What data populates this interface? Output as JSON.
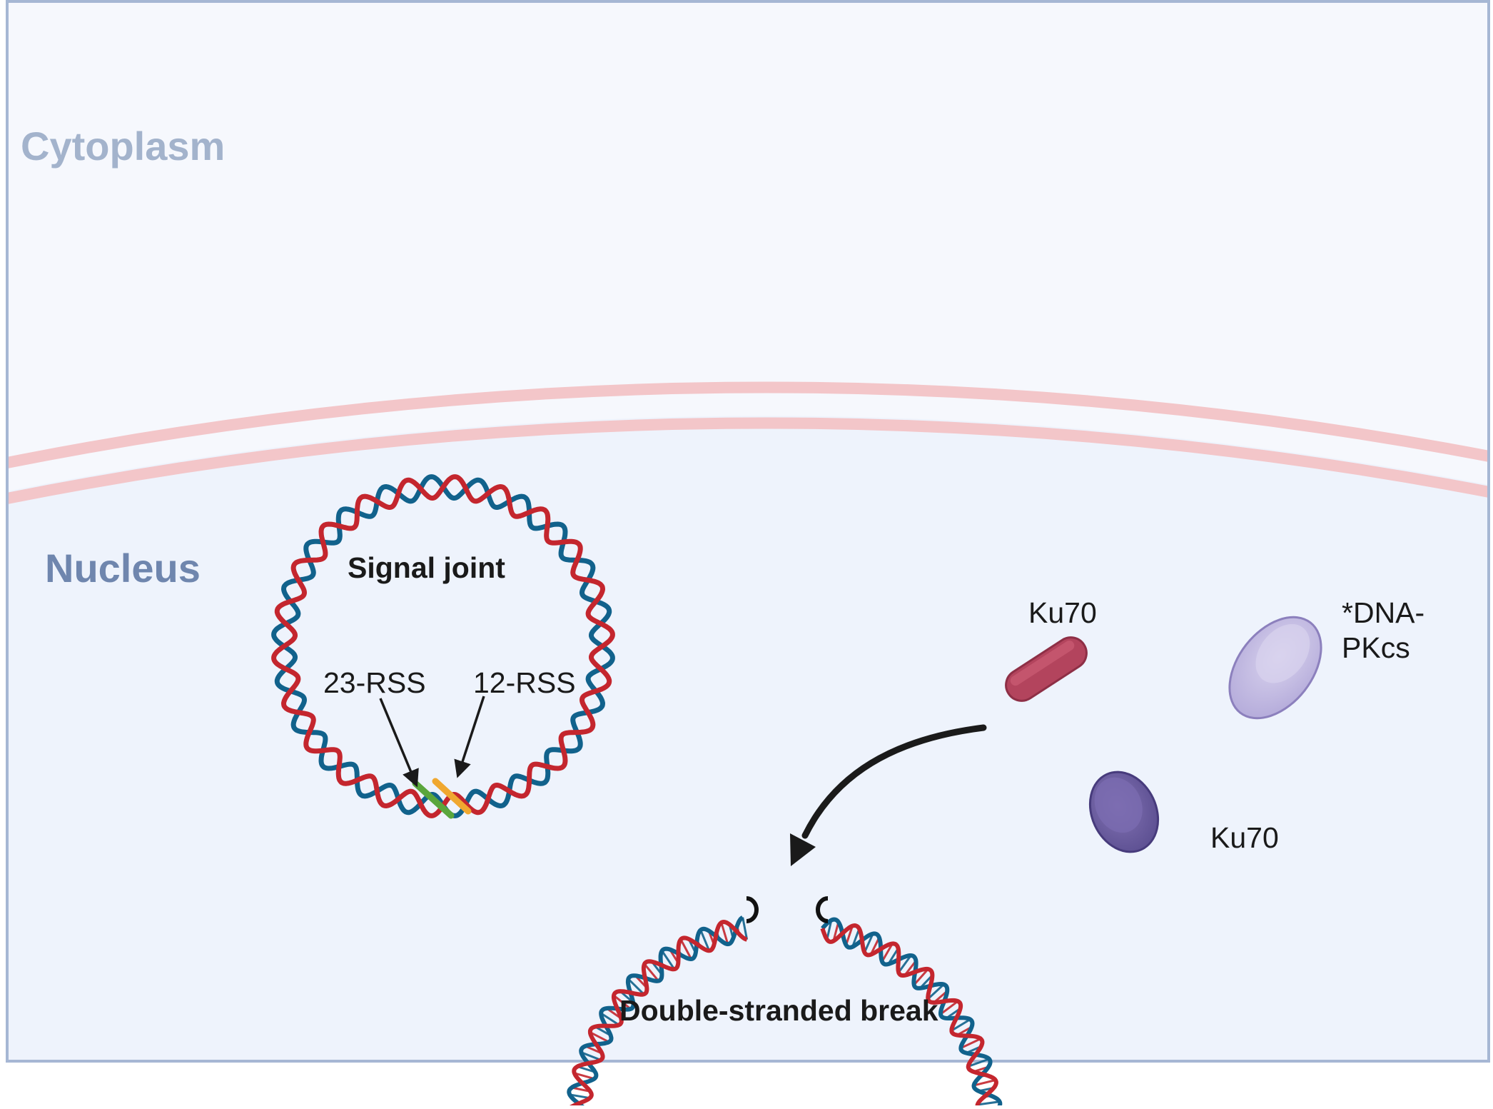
{
  "regions": {
    "cytoplasm_label": "Cytoplasm",
    "nucleus_label": "Nucleus"
  },
  "signal_joint": {
    "title": "Signal joint",
    "rss_left_label": "23-RSS",
    "rss_right_label": "12-RSS"
  },
  "proteins": {
    "ku70_top_label": "Ku70",
    "dnapkcs_label_line1": "*DNA-",
    "dnapkcs_label_line2": "PKcs",
    "ku70_bottom_label": "Ku70"
  },
  "break": {
    "label": "Double-stranded break"
  },
  "colors": {
    "cytoplasm_fill": "#f6f8fd",
    "nucleus_fill": "#eef3fc",
    "frame_stroke": "#a6b7d4",
    "cytoplasm_text": "#a3b3cc",
    "nucleus_text": "#6f86ae",
    "membrane": "#f3c6c9",
    "strand_red": "#c4262e",
    "strand_blue": "#11628c",
    "rss_green": "#5aa63c",
    "rss_orange": "#f0a830",
    "ku70_bar": "#b3445d",
    "dnapkcs": "#bcb4dc",
    "ku70_ellipse": "#6c5ea1"
  }
}
